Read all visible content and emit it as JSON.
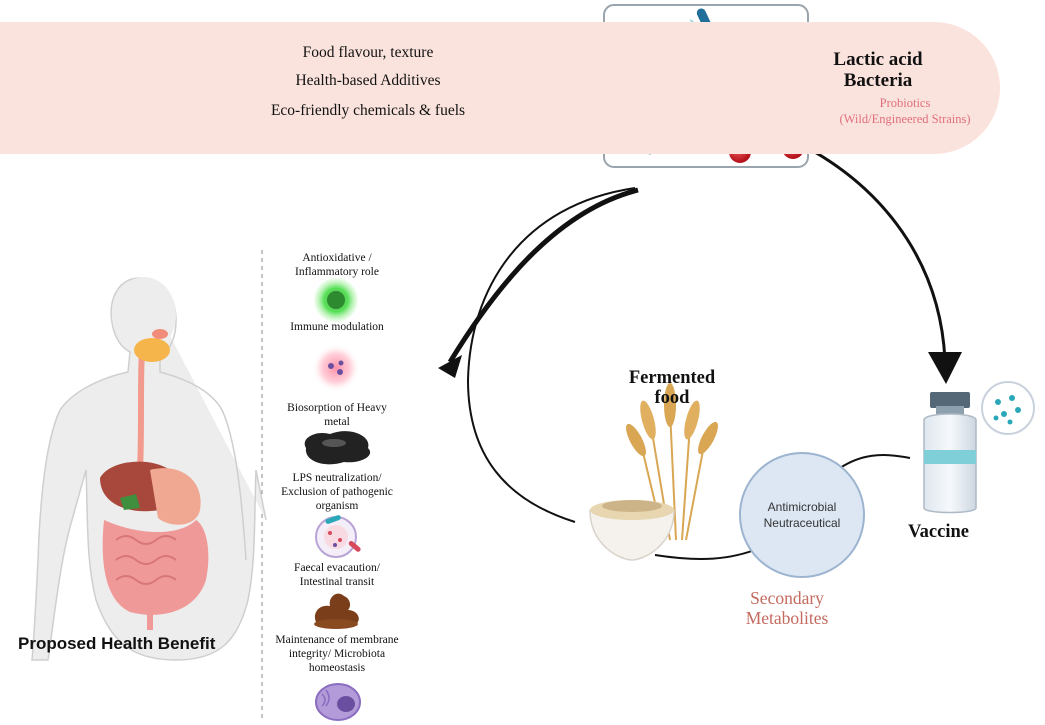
{
  "top_band": {
    "items": [
      "Food flavour, texture",
      "Health-based Additives",
      "Eco-friendly chemicals & fuels"
    ]
  },
  "lab": {
    "title_line1": "Lactic acid",
    "title_line2": "Bacteria",
    "sub_line1": "Probiotics",
    "sub_line2": "(Wild/Engineered Strains)"
  },
  "benefits": [
    {
      "line1": "Antioxidative /",
      "line2": "Inflammatory role",
      "icon": "green-cell-icon"
    },
    {
      "line1": "Immune modulation",
      "line2": "",
      "icon": "pink-glow-cell-icon"
    },
    {
      "line1": "Biosorption of Heavy",
      "line2": "metal",
      "icon": "heavy-metal-icon"
    },
    {
      "line1": "LPS neutralization/",
      "line2": "Exclusion of pathogenic",
      "line3": "organism",
      "icon": "pathogen-icon"
    },
    {
      "line1": "Faecal evacaution/",
      "line2": "Intestinal transit",
      "icon": "stool-icon"
    },
    {
      "line1": "Maintenance of membrane",
      "line2": "integrity/ Microbiota",
      "line3": "homeostasis",
      "icon": "membrane-cell-icon"
    }
  ],
  "proposed_label": "Proposed Health  Benefit",
  "fermented": {
    "line1": "Fermented",
    "line2": "food"
  },
  "vaccine_label": "Vaccine",
  "antimicrobial": {
    "line1": "Antimicrobial",
    "line2": "Neutraceutical"
  },
  "secondary": {
    "line1": "Secondary",
    "line2": "Metabolites"
  }
}
